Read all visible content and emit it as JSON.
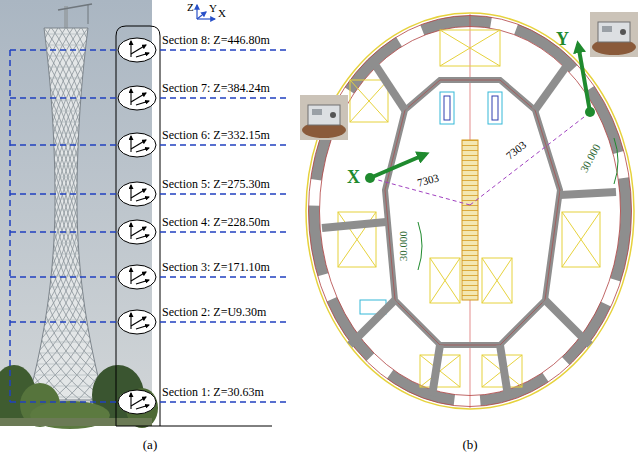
{
  "diagram": {
    "labels": [
      "Z",
      "Y",
      "X",
      "Section 8: Z=446.80m",
      "Section 7: Z=384.24m",
      "Section 6: Z=332.15m",
      "Section 5: Z=275.30m",
      "Section 4: Z=228.50m",
      "Section 3: Z=171.10m",
      "Section 2: Z=U9.30m",
      "Section 1: Z=30.63m",
      "Y",
      "X",
      "7303",
      "7303",
      "30.000",
      "30.000",
      "(a)",
      "(b)"
    ]
  }
}
